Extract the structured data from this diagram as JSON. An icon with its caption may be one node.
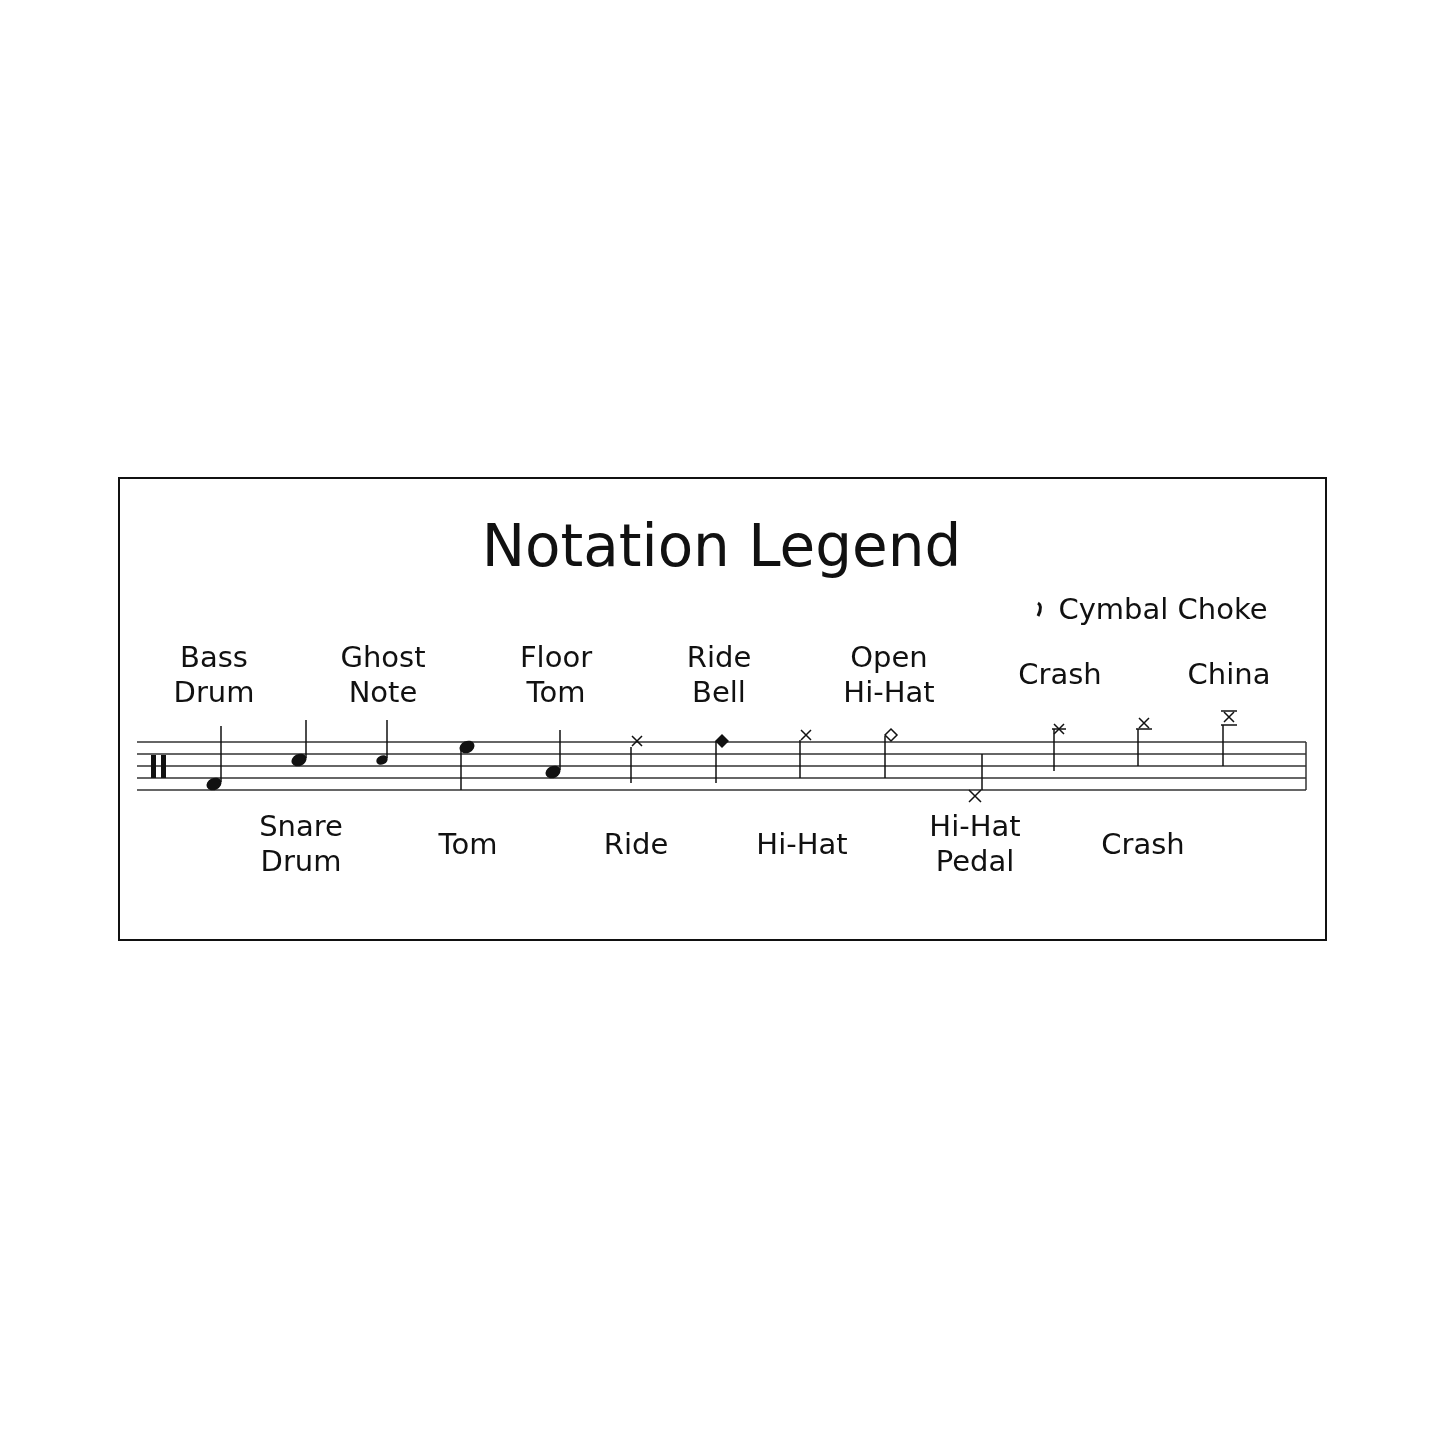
{
  "diagram": {
    "title": "Notation Legend",
    "labels": [
      "Cymbal Choke",
      "Bass Drum",
      "Ghost Note",
      "Floor Tom",
      "Ride Bell",
      "Open Hi-Hat",
      "Crash",
      "China",
      "Snare Drum",
      "Tom",
      "Ride",
      "Hi-Hat",
      "Hi-Hat Pedal",
      "Crash"
    ]
  }
}
